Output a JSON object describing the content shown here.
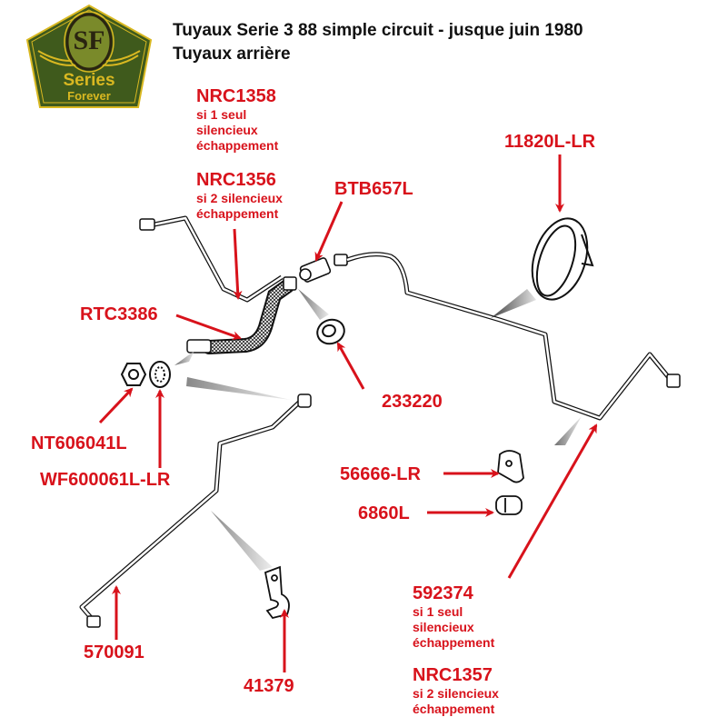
{
  "logo": {
    "monogram": "SF",
    "line1": "Series",
    "line2": "Forever",
    "colors": {
      "green": "#3f5a1c",
      "gold": "#d9b821",
      "dark": "#2a2410"
    }
  },
  "header": {
    "title": "Tuyaux Serie 3 88 simple circuit - jusque juin 1980",
    "subtitle": "Tuyaux arrière"
  },
  "accent_color": "#d8121b",
  "parts": {
    "nrc1358": {
      "code": "NRC1358",
      "note": [
        "si 1 seul",
        "silencieux",
        "échappement"
      ]
    },
    "nrc1356": {
      "code": "NRC1356",
      "note": [
        "si 2 silencieux",
        "échappement"
      ]
    },
    "btb657l": {
      "code": "BTB657L"
    },
    "p11820l": {
      "code": "11820L-LR"
    },
    "rtc3386": {
      "code": "RTC3386"
    },
    "p233220": {
      "code": "233220"
    },
    "nt606041l": {
      "code": "NT606041L"
    },
    "wf600061l": {
      "code": "WF600061L-LR"
    },
    "p56666": {
      "code": "56666-LR"
    },
    "p6860l": {
      "code": "6860L"
    },
    "p570091": {
      "code": "570091"
    },
    "p41379": {
      "code": "41379"
    },
    "p592374": {
      "code": "592374",
      "note": [
        "si 1 seul",
        "silencieux",
        "échappement"
      ]
    },
    "nrc1357": {
      "code": "NRC1357",
      "note": [
        "si 2 silencieux",
        "échappement"
      ]
    }
  }
}
